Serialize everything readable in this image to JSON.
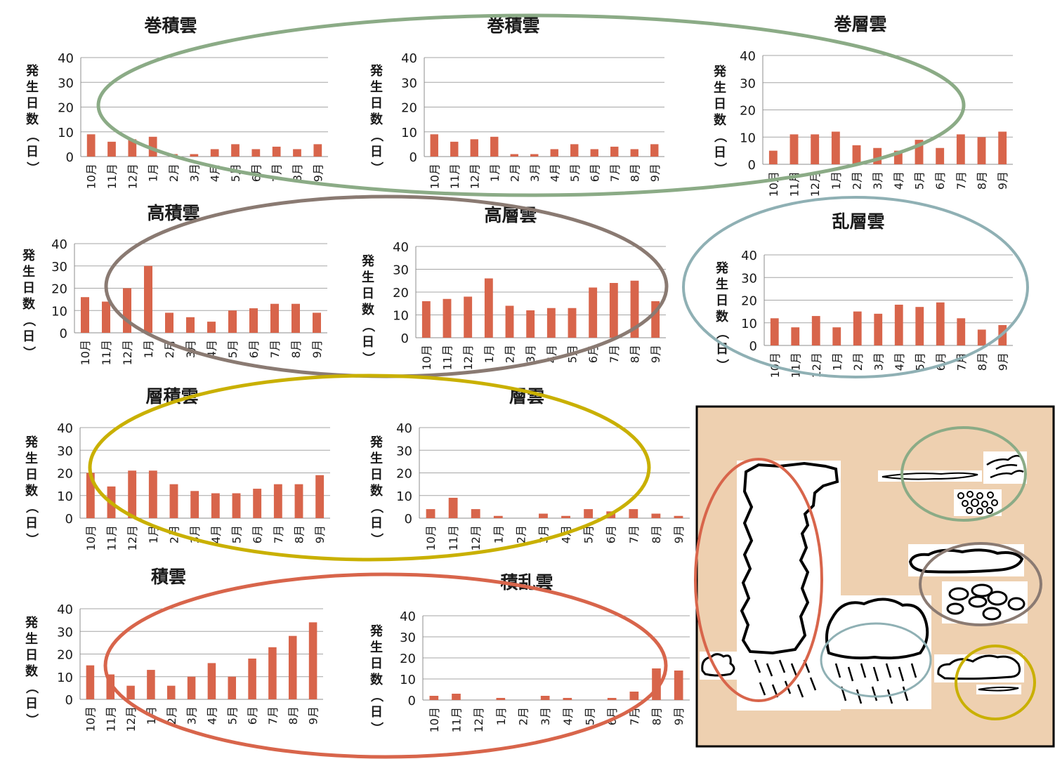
{
  "colors": {
    "bar": "#d8654b",
    "grid": "#a6a6a6",
    "ellipse_cirrus": "#8bab86",
    "ellipse_alto": "#8a7a72",
    "ellipse_nimbo": "#8fb0b4",
    "ellipse_strato": "#c9b000",
    "ellipse_cumulo": "#d8654b",
    "illustration_bg": "#eed0b0"
  },
  "chart_data": [
    {
      "type": "bar",
      "title": "巻積雲",
      "ylabel": "発生日数（日）",
      "ylim": [
        0,
        40
      ],
      "yticks": [
        0,
        10,
        20,
        30,
        40
      ],
      "categories": [
        "10月",
        "11月",
        "12月",
        "1月",
        "2月",
        "3月",
        "4月",
        "5月",
        "6月",
        "7月",
        "8月",
        "9月"
      ],
      "values": [
        9,
        6,
        7,
        8,
        1,
        1,
        3,
        5,
        3,
        4,
        3,
        5
      ]
    },
    {
      "type": "bar",
      "title": "巻積雲",
      "ylabel": "発生日数（日）",
      "ylim": [
        0,
        40
      ],
      "yticks": [
        0,
        10,
        20,
        30,
        40
      ],
      "categories": [
        "10月",
        "11月",
        "12月",
        "1月",
        "2月",
        "3月",
        "4月",
        "5月",
        "6月",
        "7月",
        "8月",
        "9月"
      ],
      "values": [
        9,
        6,
        7,
        8,
        1,
        1,
        3,
        5,
        3,
        4,
        3,
        5
      ]
    },
    {
      "type": "bar",
      "title": "巻層雲",
      "ylabel": "発生日数（日）",
      "ylim": [
        0,
        40
      ],
      "yticks": [
        0,
        10,
        20,
        30,
        40
      ],
      "categories": [
        "10月",
        "11月",
        "12月",
        "1月",
        "2月",
        "3月",
        "4月",
        "5月",
        "6月",
        "7月",
        "8月",
        "9月"
      ],
      "values": [
        5,
        11,
        11,
        12,
        7,
        6,
        5,
        9,
        6,
        11,
        10,
        12
      ]
    },
    {
      "type": "bar",
      "title": "高積雲",
      "ylabel": "発生日数（日）",
      "ylim": [
        0,
        40
      ],
      "yticks": [
        0,
        10,
        20,
        30,
        40
      ],
      "categories": [
        "10月",
        "11月",
        "12月",
        "1月",
        "2月",
        "3月",
        "4月",
        "5月",
        "6月",
        "7月",
        "8月",
        "9月"
      ],
      "values": [
        16,
        14,
        20,
        30,
        9,
        7,
        5,
        10,
        11,
        13,
        13,
        9
      ]
    },
    {
      "type": "bar",
      "title": "高層雲",
      "ylabel": "発生日数（日）",
      "ylim": [
        0,
        40
      ],
      "yticks": [
        0,
        10,
        20,
        30,
        40
      ],
      "categories": [
        "10月",
        "11月",
        "12月",
        "1月",
        "2月",
        "3月",
        "4月",
        "5月",
        "6月",
        "7月",
        "8月",
        "9月"
      ],
      "values": [
        16,
        17,
        18,
        26,
        14,
        12,
        13,
        13,
        22,
        24,
        25,
        16
      ]
    },
    {
      "type": "bar",
      "title": "乱層雲",
      "ylabel": "発生日数（日）",
      "ylim": [
        0,
        40
      ],
      "yticks": [
        0,
        10,
        20,
        30,
        40
      ],
      "categories": [
        "10月",
        "11月",
        "12月",
        "1月",
        "2月",
        "3月",
        "4月",
        "5月",
        "6月",
        "7月",
        "8月",
        "9月"
      ],
      "values": [
        12,
        8,
        13,
        8,
        15,
        14,
        18,
        17,
        19,
        12,
        7,
        9
      ]
    },
    {
      "type": "bar",
      "title": "層積雲",
      "ylabel": "発生日数（日）",
      "ylim": [
        0,
        40
      ],
      "yticks": [
        0,
        10,
        20,
        30,
        40
      ],
      "categories": [
        "10月",
        "11月",
        "12月",
        "1月",
        "2月",
        "3月",
        "4月",
        "5月",
        "6月",
        "7月",
        "8月",
        "9月"
      ],
      "values": [
        20,
        14,
        21,
        21,
        15,
        12,
        11,
        11,
        13,
        15,
        15,
        19
      ]
    },
    {
      "type": "bar",
      "title": "層雲",
      "ylabel": "発生日数（日）",
      "ylim": [
        0,
        40
      ],
      "yticks": [
        0,
        10,
        20,
        30,
        40
      ],
      "categories": [
        "10月",
        "11月",
        "12月",
        "1月",
        "2月",
        "3月",
        "4月",
        "5月",
        "6月",
        "7月",
        "8月",
        "9月"
      ],
      "values": [
        4,
        9,
        4,
        1,
        0,
        2,
        1,
        4,
        3,
        4,
        2,
        1
      ]
    },
    {
      "type": "bar",
      "title": "積雲",
      "ylabel": "発生日数（日）",
      "ylim": [
        0,
        40
      ],
      "yticks": [
        0,
        10,
        20,
        30,
        40
      ],
      "categories": [
        "10月",
        "11月",
        "12月",
        "1月",
        "2月",
        "3月",
        "4月",
        "5月",
        "6月",
        "7月",
        "8月",
        "9月"
      ],
      "values": [
        15,
        11,
        6,
        13,
        6,
        10,
        16,
        10,
        18,
        23,
        28,
        34
      ]
    },
    {
      "type": "bar",
      "title": "積乱雲",
      "ylabel": "発生日数（日）",
      "ylim": [
        0,
        40
      ],
      "yticks": [
        0,
        10,
        20,
        30,
        40
      ],
      "categories": [
        "10月",
        "11月",
        "12月",
        "1月",
        "2月",
        "3月",
        "4月",
        "5月",
        "6月",
        "7月",
        "8月",
        "9月"
      ],
      "values": [
        2,
        3,
        0,
        1,
        0,
        2,
        1,
        0,
        1,
        4,
        15,
        14
      ]
    }
  ]
}
